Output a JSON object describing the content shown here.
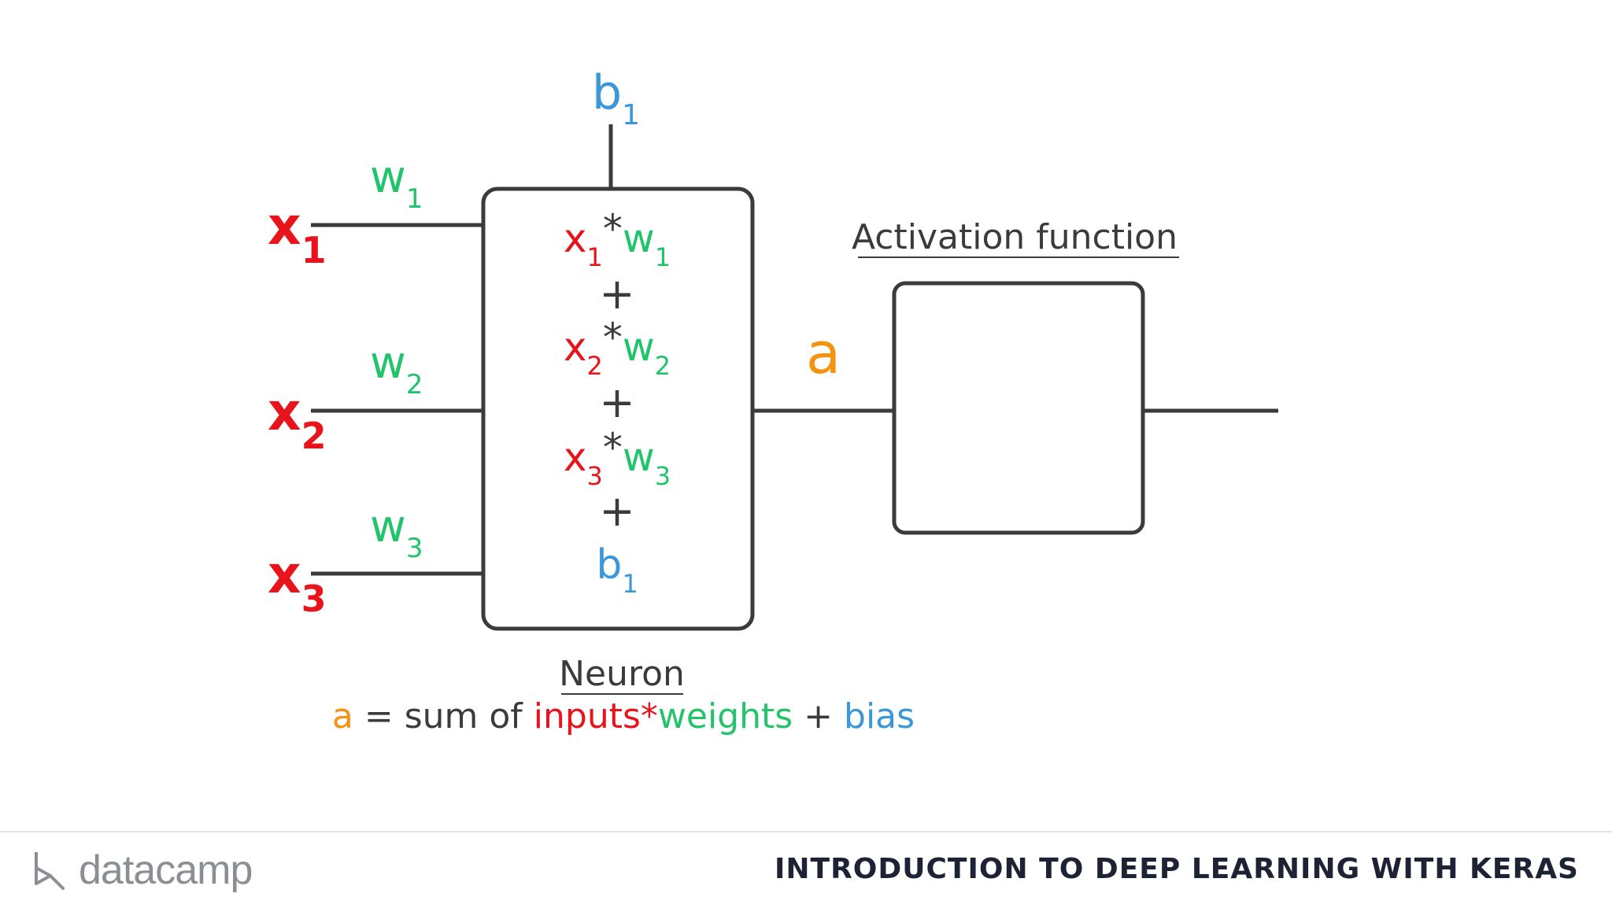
{
  "diagram": {
    "inputs": [
      {
        "x": "x",
        "sub": "1",
        "w": "w",
        "wsub": "1"
      },
      {
        "x": "x",
        "sub": "2",
        "w": "w",
        "wsub": "2"
      },
      {
        "x": "x",
        "sub": "3",
        "w": "w",
        "wsub": "3"
      }
    ],
    "bias_top": {
      "b": "b",
      "sub": "1"
    },
    "neuron_formula": {
      "terms": [
        {
          "x": "x",
          "xsub": "1",
          "star": "*",
          "w": "w",
          "wsub": "1"
        },
        {
          "x": "x",
          "xsub": "2",
          "star": "*",
          "w": "w",
          "wsub": "2"
        },
        {
          "x": "x",
          "xsub": "3",
          "star": "*",
          "w": "w",
          "wsub": "3"
        }
      ],
      "plus": "+",
      "bias": {
        "b": "b",
        "sub": "1"
      }
    },
    "output_label": "a",
    "activation_label": "Activation function",
    "neuron_label": "Neuron",
    "equation": {
      "a": "a",
      "equals_sum": " = sum of ",
      "inputs": "inputs",
      "star": "*",
      "weights": "weights",
      "plus": " + ",
      "bias": "bias"
    }
  },
  "footer": {
    "brand": "datacamp",
    "brand_icon": "datacamp-logo-icon",
    "course": "INTRODUCTION TO DEEP LEARNING WITH KERAS"
  },
  "colors": {
    "input": "#e8141b",
    "weight": "#21c46b",
    "bias": "#3a97d9",
    "activation": "#f5930f",
    "line": "#3b3b3b"
  }
}
